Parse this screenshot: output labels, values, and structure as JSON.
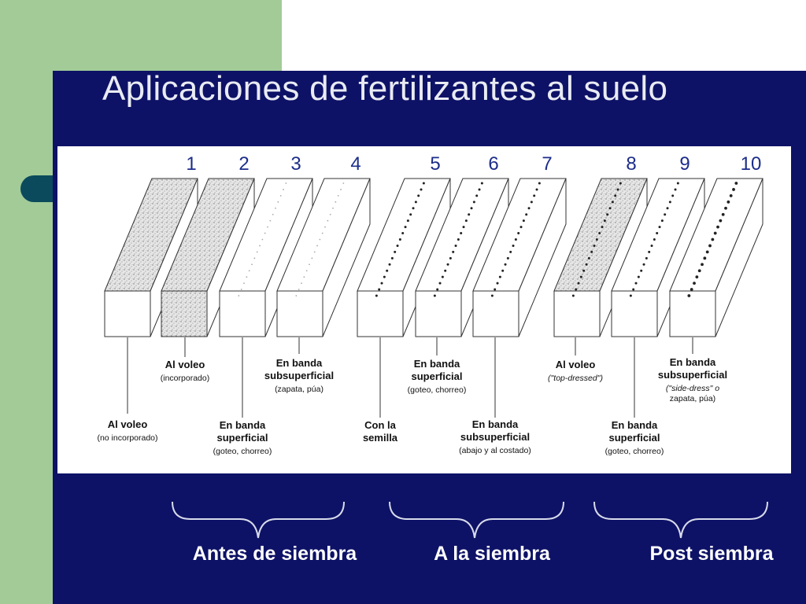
{
  "slide": {
    "title": "Aplicaciones de fertilizantes al suelo"
  },
  "figure": {
    "column_numbers": [
      "1",
      "2",
      "3",
      "4",
      "5",
      "6",
      "7",
      "8",
      "9",
      "10"
    ],
    "labels": [
      {
        "id": "l1",
        "lines": [
          "Al voleo"
        ],
        "sub": [
          "(no incorporado)"
        ]
      },
      {
        "id": "l2",
        "lines": [
          "Al voleo"
        ],
        "sub": [
          "(incorporado)"
        ]
      },
      {
        "id": "l3",
        "lines": [
          "En banda",
          "superficial"
        ],
        "sub": [
          "(goteo, chorreo)"
        ]
      },
      {
        "id": "l4",
        "lines": [
          "En banda",
          "subsuperficial"
        ],
        "sub": [
          "(zapata, púa)"
        ]
      },
      {
        "id": "l5",
        "lines": [
          "Con la",
          "semilla"
        ],
        "sub": []
      },
      {
        "id": "l6",
        "lines": [
          "En banda",
          "superficial"
        ],
        "sub": [
          "(goteo, chorreo)"
        ]
      },
      {
        "id": "l7",
        "lines": [
          "En banda",
          "subsuperficial"
        ],
        "sub": [
          "(abajo y al costado)"
        ]
      },
      {
        "id": "l8",
        "lines": [
          "Al voleo"
        ],
        "sub": [
          "(\"top-dressed\")"
        ]
      },
      {
        "id": "l9",
        "lines": [
          "En banda",
          "superficial"
        ],
        "sub": [
          "(goteo, chorreo)"
        ]
      },
      {
        "id": "l10",
        "lines": [
          "En banda",
          "subsuperficial"
        ],
        "sub": [
          "(\"side-dress\"  o",
          "zapata, púa)"
        ]
      }
    ]
  },
  "groups": [
    {
      "label": "Antes de siembra"
    },
    {
      "label": "A la siembra"
    },
    {
      "label": "Post siembra"
    }
  ],
  "colors": {
    "slide_bg": "#0d1266",
    "sidebar_green": "#a2cb98",
    "accent_teal": "#0b4a5c",
    "number_blue": "#1c2d8a"
  }
}
